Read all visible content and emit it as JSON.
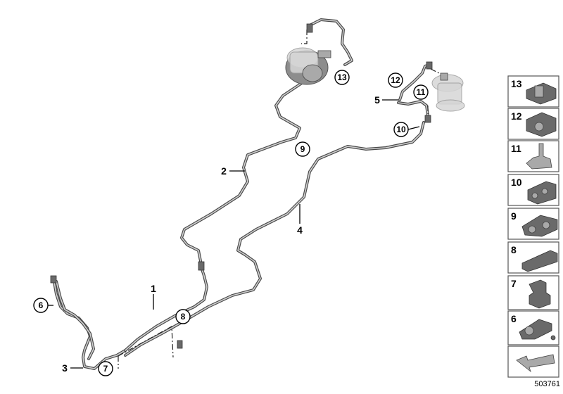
{
  "diagram": {
    "plain_labels": [
      "1",
      "2",
      "3",
      "4",
      "5"
    ],
    "callouts": [
      "6",
      "7",
      "8",
      "9",
      "10",
      "11",
      "12",
      "13"
    ]
  },
  "legend": {
    "items": [
      "13",
      "12",
      "11",
      "10",
      "9",
      "8",
      "7",
      "6"
    ]
  },
  "document_number": "503761"
}
